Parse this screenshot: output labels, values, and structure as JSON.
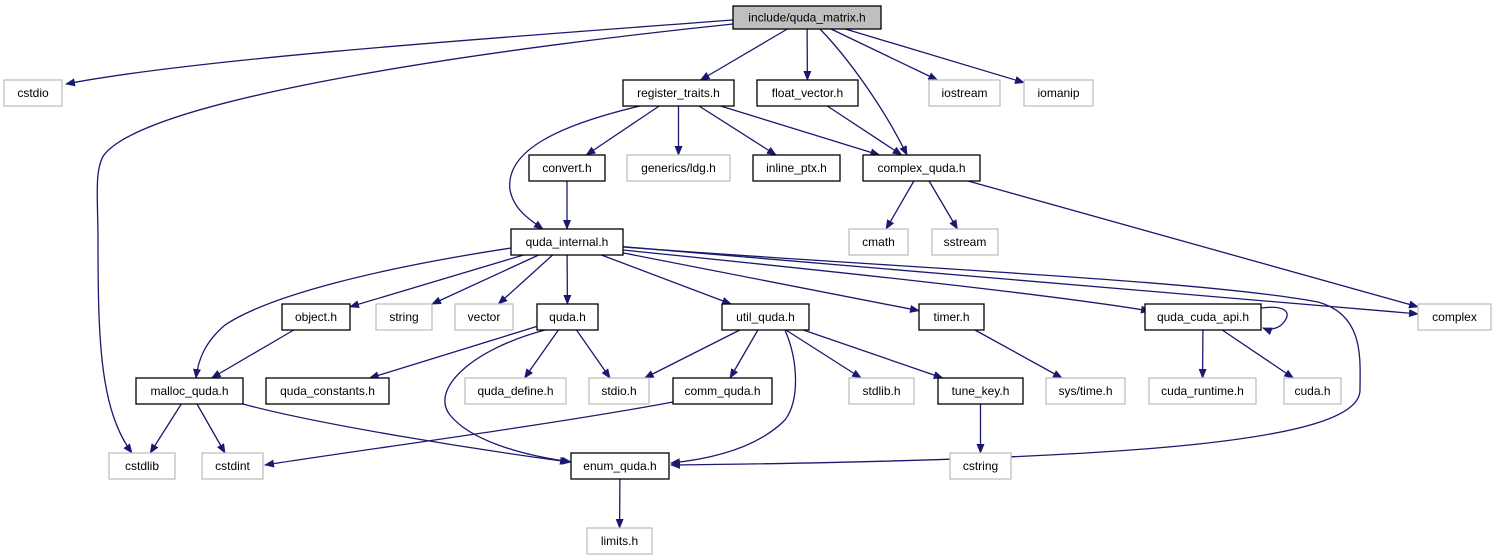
{
  "graph": {
    "colors": {
      "edge": "#191970",
      "root_fill": "#bfbfbf",
      "local_border": "#000000",
      "system_border": "#bfbfbf",
      "node_fill": "#ffffff"
    },
    "nodes": [
      {
        "id": "quda_matrix",
        "label": "include/quda_matrix.h",
        "kind": "root"
      },
      {
        "id": "cstdio",
        "label": "cstdio",
        "kind": "system"
      },
      {
        "id": "register_traits",
        "label": "register_traits.h",
        "kind": "local"
      },
      {
        "id": "float_vector",
        "label": "float_vector.h",
        "kind": "local"
      },
      {
        "id": "iostream",
        "label": "iostream",
        "kind": "system"
      },
      {
        "id": "iomanip",
        "label": "iomanip",
        "kind": "system"
      },
      {
        "id": "convert",
        "label": "convert.h",
        "kind": "local"
      },
      {
        "id": "generics_ldg",
        "label": "generics/ldg.h",
        "kind": "system"
      },
      {
        "id": "inline_ptx",
        "label": "inline_ptx.h",
        "kind": "local"
      },
      {
        "id": "complex_quda",
        "label": "complex_quda.h",
        "kind": "local"
      },
      {
        "id": "cmath",
        "label": "cmath",
        "kind": "system"
      },
      {
        "id": "sstream",
        "label": "sstream",
        "kind": "system"
      },
      {
        "id": "quda_internal",
        "label": "quda_internal.h",
        "kind": "local"
      },
      {
        "id": "object",
        "label": "object.h",
        "kind": "local"
      },
      {
        "id": "string",
        "label": "string",
        "kind": "system"
      },
      {
        "id": "vector",
        "label": "vector",
        "kind": "system"
      },
      {
        "id": "quda",
        "label": "quda.h",
        "kind": "local"
      },
      {
        "id": "util_quda",
        "label": "util_quda.h",
        "kind": "local"
      },
      {
        "id": "timer",
        "label": "timer.h",
        "kind": "local"
      },
      {
        "id": "quda_cuda_api",
        "label": "quda_cuda_api.h",
        "kind": "local"
      },
      {
        "id": "complex",
        "label": "complex",
        "kind": "system"
      },
      {
        "id": "malloc_quda",
        "label": "malloc_quda.h",
        "kind": "local"
      },
      {
        "id": "quda_constants",
        "label": "quda_constants.h",
        "kind": "local"
      },
      {
        "id": "quda_define",
        "label": "quda_define.h",
        "kind": "system"
      },
      {
        "id": "stdio",
        "label": "stdio.h",
        "kind": "system"
      },
      {
        "id": "comm_quda",
        "label": "comm_quda.h",
        "kind": "local"
      },
      {
        "id": "stdlib",
        "label": "stdlib.h",
        "kind": "system"
      },
      {
        "id": "tune_key",
        "label": "tune_key.h",
        "kind": "local"
      },
      {
        "id": "sys_time",
        "label": "sys/time.h",
        "kind": "system"
      },
      {
        "id": "cuda_runtime",
        "label": "cuda_runtime.h",
        "kind": "system"
      },
      {
        "id": "cuda",
        "label": "cuda.h",
        "kind": "system"
      },
      {
        "id": "cstdlib",
        "label": "cstdlib",
        "kind": "system"
      },
      {
        "id": "cstdint",
        "label": "cstdint",
        "kind": "system"
      },
      {
        "id": "enum_quda",
        "label": "enum_quda.h",
        "kind": "local"
      },
      {
        "id": "cstring",
        "label": "cstring",
        "kind": "system"
      },
      {
        "id": "limits",
        "label": "limits.h",
        "kind": "system"
      }
    ],
    "edges": [
      {
        "from": "quda_matrix",
        "to": "cstdio"
      },
      {
        "from": "quda_matrix",
        "to": "cstdlib"
      },
      {
        "from": "quda_matrix",
        "to": "register_traits"
      },
      {
        "from": "quda_matrix",
        "to": "float_vector"
      },
      {
        "from": "quda_matrix",
        "to": "complex_quda"
      },
      {
        "from": "quda_matrix",
        "to": "iostream"
      },
      {
        "from": "quda_matrix",
        "to": "iomanip"
      },
      {
        "from": "register_traits",
        "to": "quda_internal"
      },
      {
        "from": "register_traits",
        "to": "convert"
      },
      {
        "from": "register_traits",
        "to": "generics_ldg"
      },
      {
        "from": "register_traits",
        "to": "inline_ptx"
      },
      {
        "from": "register_traits",
        "to": "complex_quda"
      },
      {
        "from": "float_vector",
        "to": "complex_quda"
      },
      {
        "from": "convert",
        "to": "quda_internal"
      },
      {
        "from": "complex_quda",
        "to": "cmath"
      },
      {
        "from": "complex_quda",
        "to": "sstream"
      },
      {
        "from": "complex_quda",
        "to": "complex"
      },
      {
        "from": "quda_internal",
        "to": "malloc_quda"
      },
      {
        "from": "quda_internal",
        "to": "object"
      },
      {
        "from": "quda_internal",
        "to": "string"
      },
      {
        "from": "quda_internal",
        "to": "vector"
      },
      {
        "from": "quda_internal",
        "to": "quda"
      },
      {
        "from": "quda_internal",
        "to": "util_quda"
      },
      {
        "from": "quda_internal",
        "to": "timer"
      },
      {
        "from": "quda_internal",
        "to": "quda_cuda_api"
      },
      {
        "from": "quda_internal",
        "to": "enum_quda"
      },
      {
        "from": "quda_internal",
        "to": "complex"
      },
      {
        "from": "object",
        "to": "malloc_quda"
      },
      {
        "from": "quda",
        "to": "quda_constants"
      },
      {
        "from": "quda",
        "to": "quda_define"
      },
      {
        "from": "quda",
        "to": "stdio"
      },
      {
        "from": "quda",
        "to": "enum_quda"
      },
      {
        "from": "util_quda",
        "to": "stdio"
      },
      {
        "from": "util_quda",
        "to": "comm_quda"
      },
      {
        "from": "util_quda",
        "to": "stdlib"
      },
      {
        "from": "util_quda",
        "to": "tune_key"
      },
      {
        "from": "util_quda",
        "to": "enum_quda"
      },
      {
        "from": "timer",
        "to": "sys_time"
      },
      {
        "from": "quda_cuda_api",
        "to": "quda_cuda_api"
      },
      {
        "from": "quda_cuda_api",
        "to": "cuda_runtime"
      },
      {
        "from": "quda_cuda_api",
        "to": "cuda"
      },
      {
        "from": "malloc_quda",
        "to": "cstdlib"
      },
      {
        "from": "malloc_quda",
        "to": "cstdint"
      },
      {
        "from": "malloc_quda",
        "to": "enum_quda"
      },
      {
        "from": "comm_quda",
        "to": "cstdint"
      },
      {
        "from": "tune_key",
        "to": "cstring"
      },
      {
        "from": "enum_quda",
        "to": "limits"
      }
    ]
  }
}
